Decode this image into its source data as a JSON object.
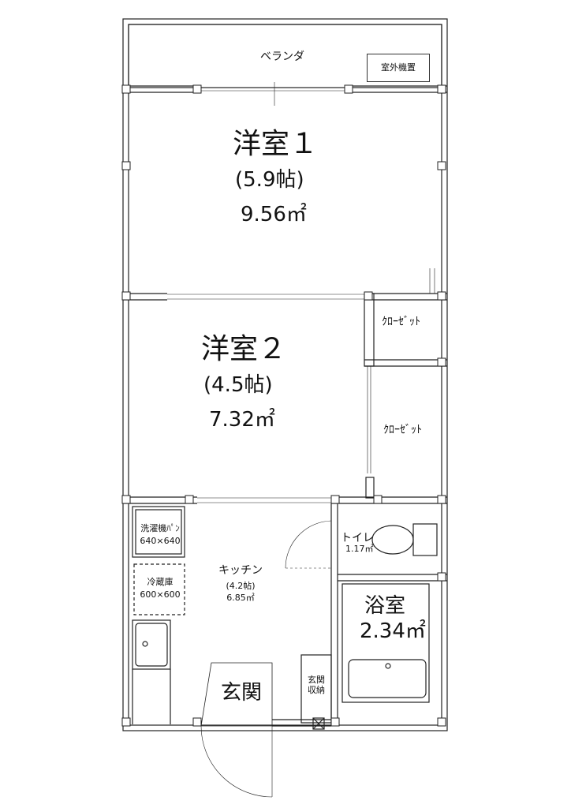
{
  "floorplan": {
    "veranda": "ベランダ",
    "outdoor_unit": "室外機置",
    "room1": {
      "name": "洋室１",
      "tatami": "(5.9帖)",
      "area": "9.56㎡"
    },
    "room2": {
      "name": "洋室２",
      "tatami": "(4.5帖)",
      "area": "7.32㎡"
    },
    "closet1": "ｸﾛｰｾﾞｯﾄ",
    "closet2": "ｸﾛｰｾﾞｯﾄ",
    "washer_pan": {
      "label": "洗濯機ﾊﾟﾝ",
      "size": "640×640"
    },
    "fridge": {
      "label": "冷蔵庫",
      "size": "600×600"
    },
    "kitchen": {
      "name": "キッチン",
      "tatami": "(4.2帖)",
      "area": "6.85㎡"
    },
    "toilet": {
      "name": "トイレ",
      "area": "1.17㎡"
    },
    "bath": {
      "name": "浴室",
      "area": "2.34㎡"
    },
    "entrance": "玄関",
    "entrance_storage": "玄関\n収納"
  }
}
